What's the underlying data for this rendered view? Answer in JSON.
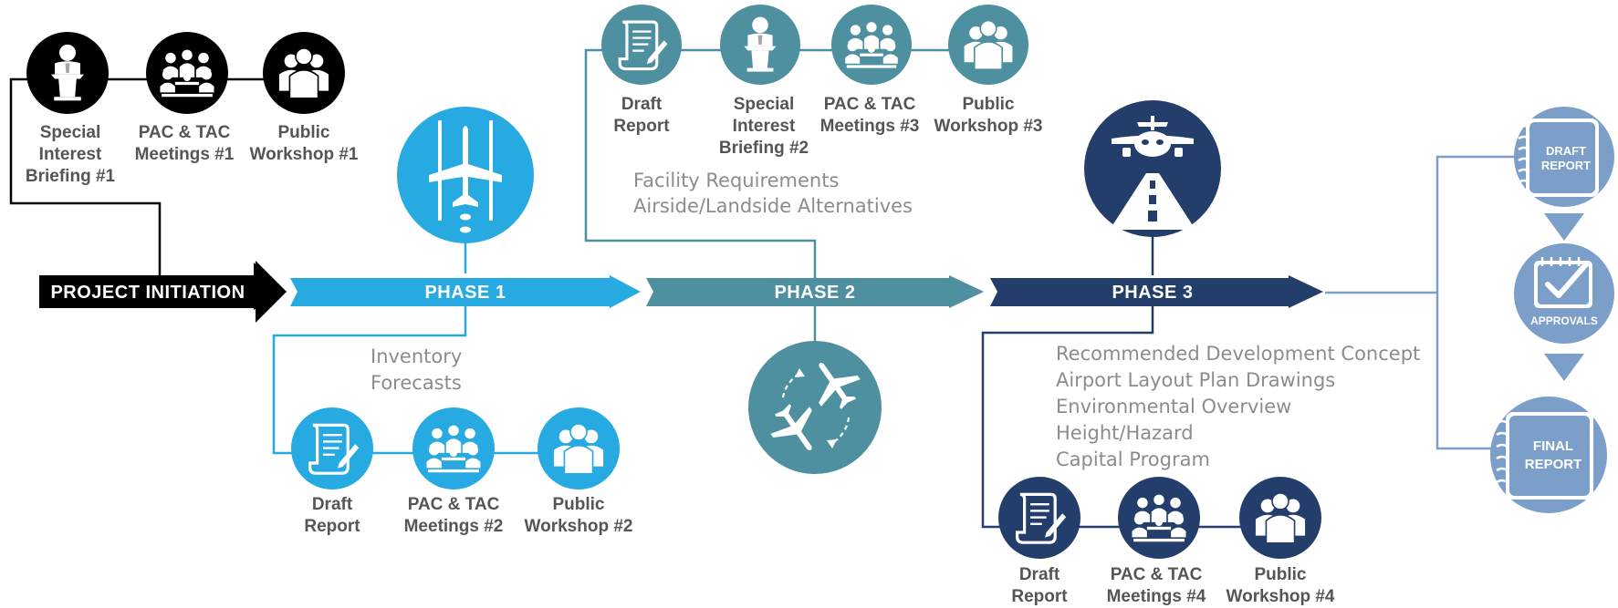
{
  "colors": {
    "black": "#000000",
    "phase1": "#27aae1",
    "phase2": "#4e8fa0",
    "phase3": "#243e6b",
    "final": "#7c9fc9",
    "label": "#555555",
    "note": "#8c8c8c"
  },
  "initiation": {
    "arrow_label": "PROJECT INITIATION",
    "meetings": [
      {
        "icon": "speaker-podium-icon",
        "line1": "Special",
        "line2": "Interest",
        "line3": "Briefing #1"
      },
      {
        "icon": "meeting-table-icon",
        "line1": "PAC & TAC",
        "line2": "Meetings #1"
      },
      {
        "icon": "people-group-icon",
        "line1": "Public",
        "line2": "Workshop #1"
      }
    ]
  },
  "phase1": {
    "arrow_label": "PHASE 1",
    "icon": "airplane-runway-icon",
    "tasks": [
      "Inventory",
      "Forecasts"
    ],
    "meetings": [
      {
        "icon": "document-pen-icon",
        "line1": "Draft",
        "line2": "Report"
      },
      {
        "icon": "meeting-table-icon",
        "line1": "PAC & TAC",
        "line2": "Meetings #2"
      },
      {
        "icon": "people-group-icon",
        "line1": "Public",
        "line2": "Workshop #2"
      }
    ]
  },
  "phase2": {
    "arrow_label": "PHASE 2",
    "icon": "airplanes-cycle-icon",
    "tasks": [
      "Facility Requirements",
      "Airside/Landside Alternatives"
    ],
    "meetings": [
      {
        "icon": "document-pen-icon",
        "line1": "Draft",
        "line2": "Report"
      },
      {
        "icon": "speaker-podium-icon",
        "line1": "Special",
        "line2": "Interest",
        "line3": "Briefing #2"
      },
      {
        "icon": "meeting-table-icon",
        "line1": "PAC & TAC",
        "line2": "Meetings #3"
      },
      {
        "icon": "people-group-icon",
        "line1": "Public",
        "line2": "Workshop #3"
      }
    ]
  },
  "phase3": {
    "arrow_label": "PHASE 3",
    "icon": "airplane-landing-icon",
    "tasks": [
      "Recommended Development Concept",
      "Airport Layout Plan Drawings",
      "Environmental Overview",
      "Height/Hazard",
      "Capital Program"
    ],
    "meetings": [
      {
        "icon": "document-pen-icon",
        "line1": "Draft",
        "line2": "Report"
      },
      {
        "icon": "meeting-table-icon",
        "line1": "PAC & TAC",
        "line2": "Meetings #4"
      },
      {
        "icon": "people-group-icon",
        "line1": "Public",
        "line2": "Workshop #4"
      }
    ]
  },
  "final_stages": {
    "draft": {
      "line1": "DRAFT",
      "line2": "REPORT"
    },
    "approvals": "APPROVALS",
    "final": {
      "line1": "FINAL",
      "line2": "REPORT"
    }
  }
}
